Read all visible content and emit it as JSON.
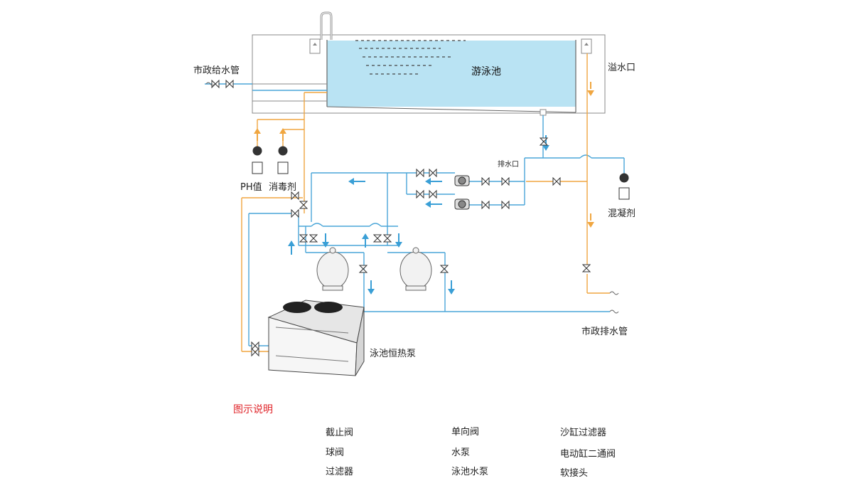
{
  "labels": {
    "municipal_supply": "市政给水管",
    "pool": "游泳池",
    "overflow": "溢水口",
    "drain_port": "排水口",
    "ph": "PH值",
    "disinfectant": "消毒剂",
    "coagulant": "混凝剂",
    "municipal_drain": "市政排水管",
    "heat_pump": "泳池恒热泵"
  },
  "legend": {
    "title": "图示说明",
    "items": [
      "截止阀",
      "单向阀",
      "沙缸过滤器",
      "球阀",
      "水泵",
      "电动缸二通阀",
      "过滤器",
      "泳池水泵",
      "软接头"
    ]
  },
  "colors": {
    "blue_pipe": "#4aa6d8",
    "orange_pipe": "#f0a640",
    "pool_water": "#b9e3f3",
    "legend_title": "#e0242a"
  }
}
